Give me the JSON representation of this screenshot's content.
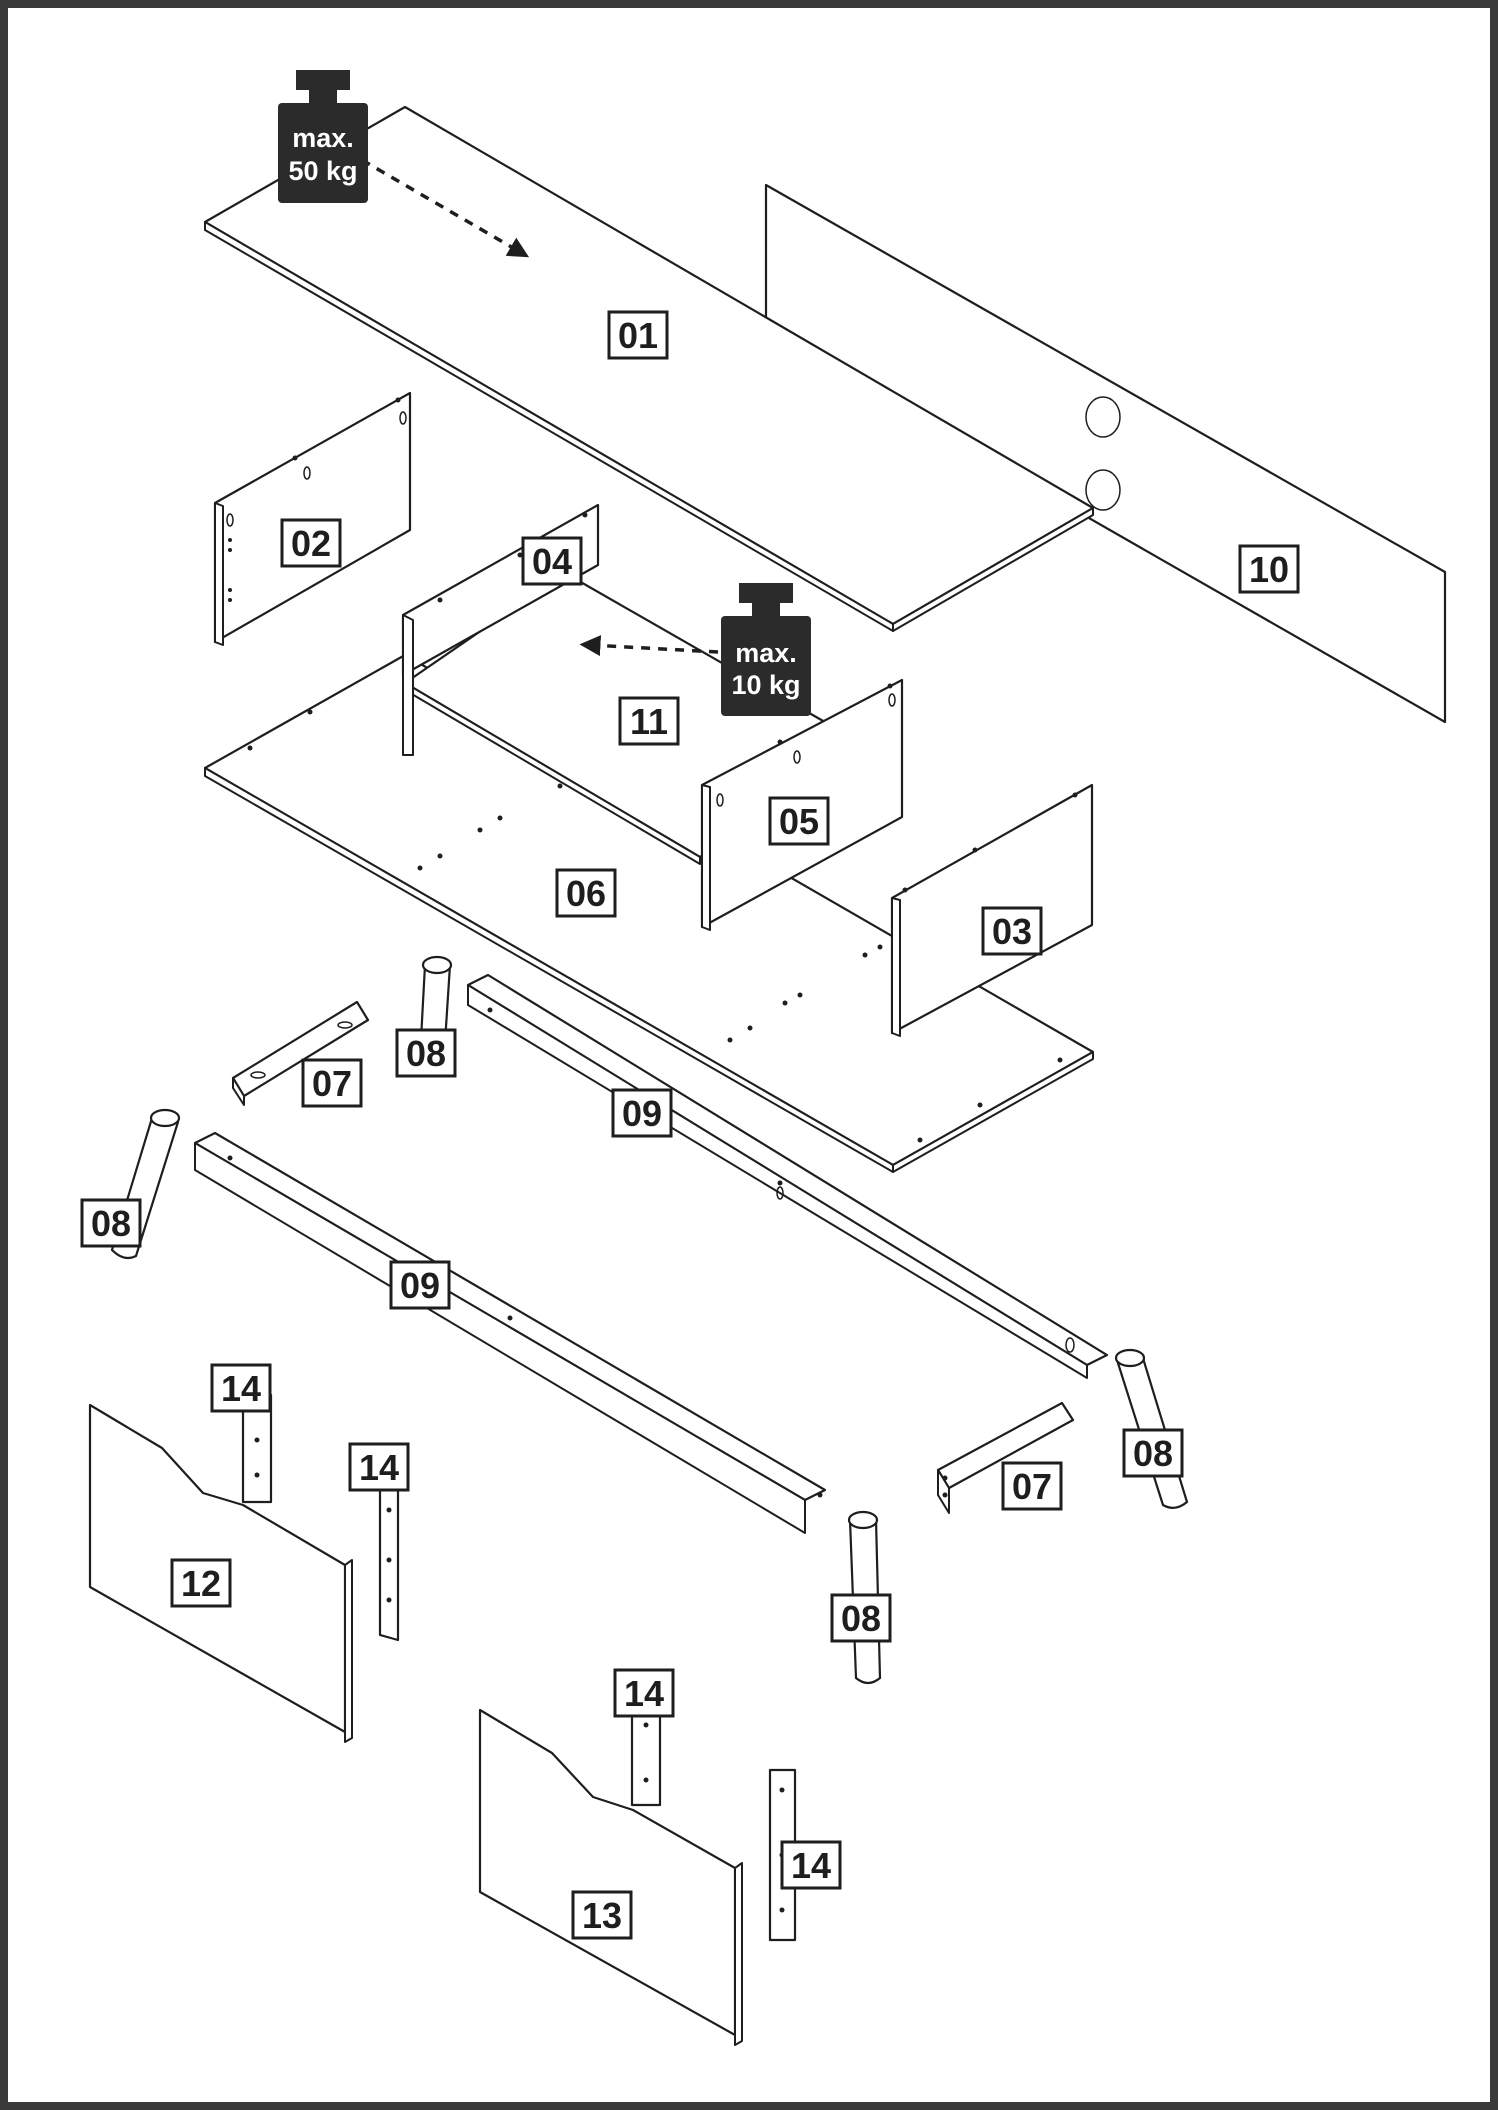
{
  "colors": {
    "line": "#1e1e1e",
    "weight_badge": "#2b2b2b",
    "background": "#ffffff"
  },
  "weight_limits": {
    "top": {
      "line1": "max.",
      "line2": "50 kg",
      "icon": "weight-icon"
    },
    "shelf": {
      "line1": "max.",
      "line2": "10 kg",
      "icon": "weight-icon"
    }
  },
  "part_labels": {
    "top_panel": "01",
    "left_side": "02",
    "right_side": "03",
    "divider_a": "04",
    "divider_b": "05",
    "bottom_panel": "06",
    "bracket_left": "07",
    "bracket_right": "07",
    "leg_back_left": "08",
    "leg_front_left": "08",
    "leg_back_right": "08",
    "leg_front_right": "08",
    "rail_back": "09",
    "rail_front": "09",
    "back_panel": "10",
    "shelf": "11",
    "door_left": "12",
    "door_right": "13",
    "hinge_a": "14",
    "hinge_b": "14",
    "hinge_c": "14",
    "hinge_d": "14"
  }
}
